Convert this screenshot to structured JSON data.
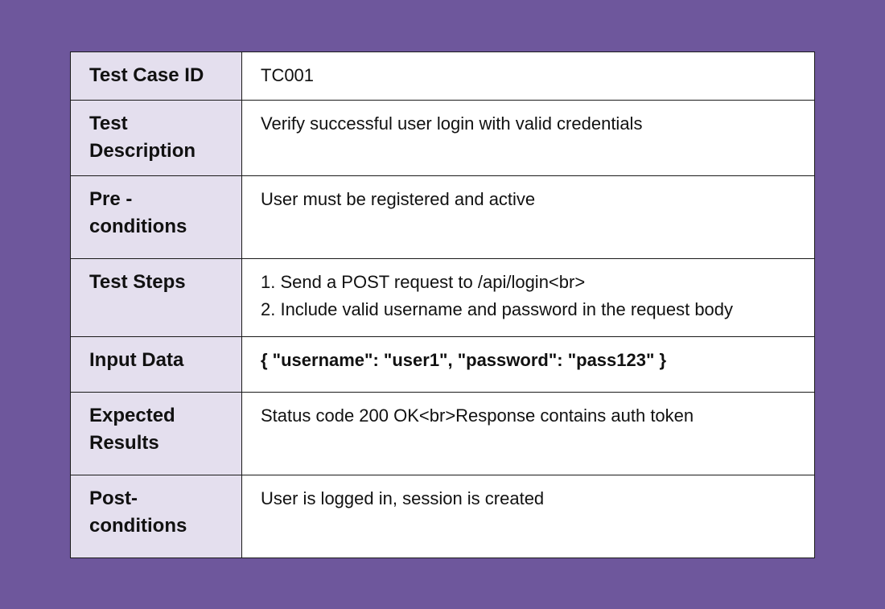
{
  "rows": [
    {
      "label": "Test Case ID",
      "value": "TC001"
    },
    {
      "label": "Test Description",
      "value": "Verify successful user login with valid credentials"
    },
    {
      "label": "Pre - conditions",
      "value": "User must be registered and active"
    },
    {
      "label": "Test Steps",
      "steps": [
        "1. Send a POST request to /api/login<br>",
        "2. Include valid username and password in the request body"
      ]
    },
    {
      "label": "Input Data",
      "value": "{ \"username\": \"user1\", \"password\": \"pass123\" }"
    },
    {
      "label": "Expected Results",
      "value": "Status code 200 OK<br>Response contains auth token"
    },
    {
      "label": "Post- conditions",
      "value": "User is logged in, session is created"
    }
  ],
  "colors": {
    "background": "#6e579c",
    "label_cell": "#e4dfee",
    "value_cell": "#ffffff",
    "border": "#1a1a1a"
  }
}
